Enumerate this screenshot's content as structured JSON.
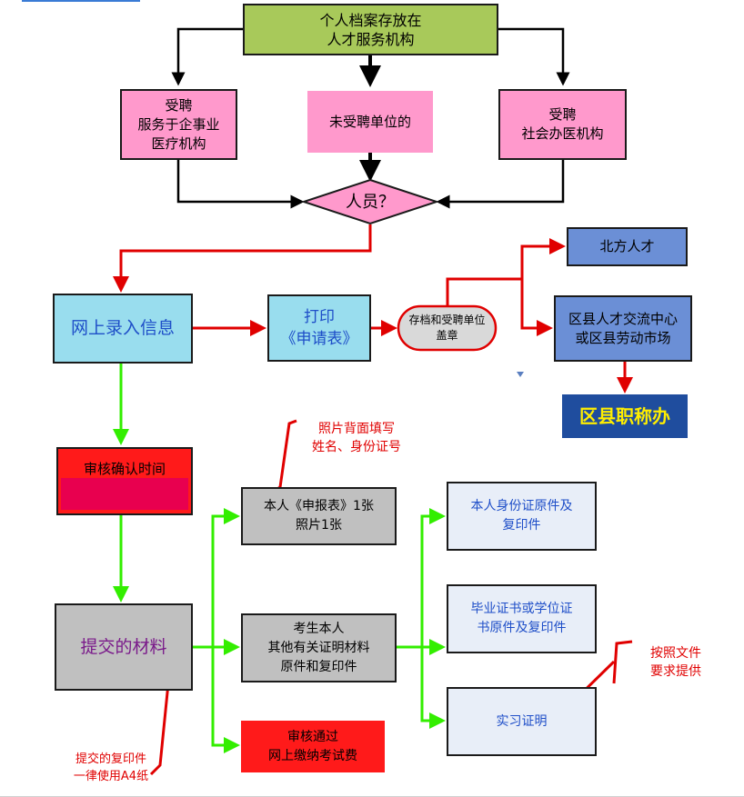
{
  "nodes": {
    "archive": "个人档案存放在\n人才服务机构",
    "hired_enterprise": "受聘\n服务于企事业\n医疗机构",
    "not_hired": "未受聘单位的",
    "hired_social": "受聘\n社会办医机构",
    "person": "人员？",
    "online_entry": "网上录入信息",
    "print_form": "打印\n《申请表》",
    "stamp": "存档和受聘单位\n盖章",
    "north_talent": "北方人才",
    "district_center": "区县人才交流中心\n或区县劳动市场",
    "district_office": "区县职称办",
    "review_time": "审核确认时间",
    "submit_materials": "提交的材料",
    "form_photo": "本人《申报表》1张\n照片1张",
    "other_docs": "考生本人\n其他有关证明材料\n原件和复印件",
    "pay_fee": "审核通过\n网上缴纳考试费",
    "id_card": "本人身份证原件及\n复印件",
    "diploma": "毕业证书或学位证\n书原件及复印件",
    "internship": "实习证明"
  },
  "notes": {
    "photo_back": "照片背面填写\n姓名、身份证号",
    "per_document": "按照文件\n要求提供",
    "copy_paper": "提交的复印件\n一律使用A4纸"
  },
  "colors": {
    "olive_green": "#a8c95a",
    "pink": "#ff99cc",
    "light_cyan": "#99ddee",
    "steel_blue": "#6b8fd6",
    "navy": "#1f4d9e",
    "yellow_text": "#ffee00",
    "bright_red": "#ff1a1a",
    "crimson": "#e8004f",
    "grey": "#c0c0c0",
    "pale_blue": "#e8eef8",
    "arrow_black": "#000000",
    "arrow_red": "#e00000",
    "arrow_green": "#33ee00",
    "text_blue": "#1e4ec8",
    "text_purple": "#7a1a8a"
  }
}
